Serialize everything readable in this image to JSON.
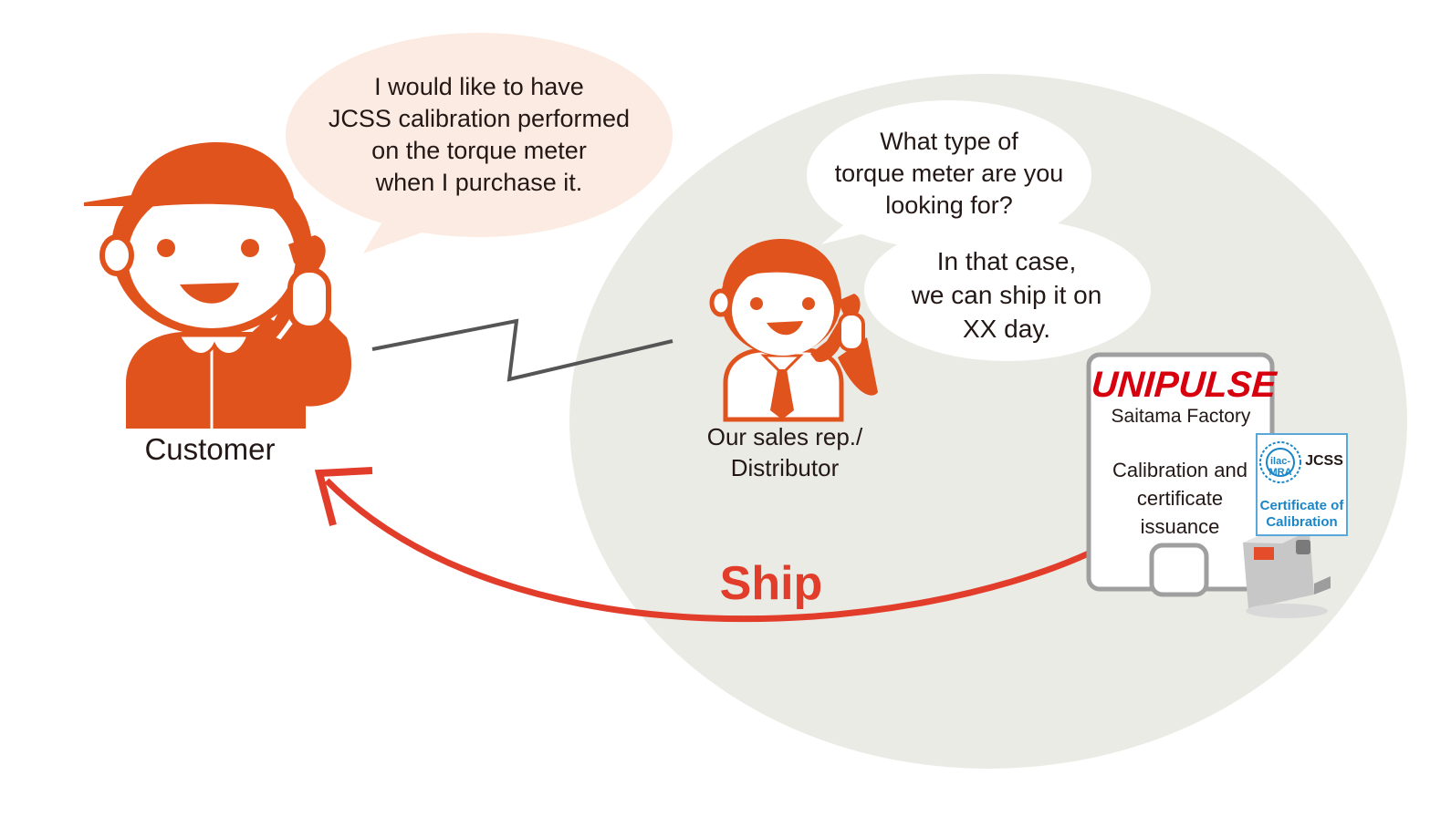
{
  "colors": {
    "orange": "#e0531d",
    "skin": "#ffffff",
    "bubble_customer": "#fcebe2",
    "bubble_white": "#ffffff",
    "area_gray": "#ebebe6",
    "arrow_red": "#e23d2a",
    "line_gray": "#555555",
    "brand_red": "#d7000f",
    "cert_blue": "#1a86c8"
  },
  "customer": {
    "label": "Customer",
    "speech": [
      "I would like to have",
      "JCSS calibration performed",
      "on the torque meter",
      "when I purchase it."
    ]
  },
  "sales": {
    "label": [
      "Our sales rep./",
      "Distributor"
    ],
    "question": [
      "What type of",
      "torque meter are you",
      "looking for?"
    ],
    "answer": [
      "In that case,",
      "we can ship it on",
      "XX day."
    ]
  },
  "factory": {
    "brand": "UNIPULSE",
    "name": "Saitama Factory",
    "service": [
      "Calibration and",
      "certificate",
      "issuance"
    ],
    "badge_mark": "ilac-MRA",
    "badge_jcss": "JCSS",
    "certificate": [
      "Certificate of",
      "Calibration"
    ]
  },
  "arrow": {
    "label": "Ship"
  },
  "icons": {
    "customer": "person-with-cap-on-phone-icon",
    "sales": "person-with-tie-on-phone-icon",
    "device": "torque-meter-icon",
    "phone_line": "phone-connection-zigzag-icon"
  }
}
